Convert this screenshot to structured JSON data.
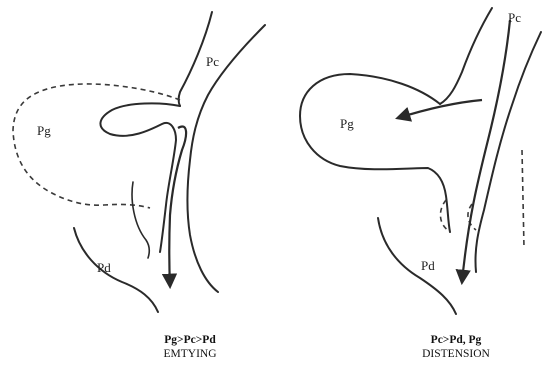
{
  "left_panel": {
    "labels": {
      "pc": "Pc",
      "pg": "Pg",
      "pd": "Pd"
    },
    "caption_line1": "Pg>Pc>Pd",
    "caption_line2": "EMTYING"
  },
  "right_panel": {
    "labels": {
      "pc": "Pc",
      "pg": "Pg",
      "pd": "Pd"
    },
    "caption_line1": "Pc>Pd, Pg",
    "caption_line2": "DISTENSION"
  },
  "colors": {
    "line": "#2a2a2a",
    "background": "#ffffff"
  }
}
